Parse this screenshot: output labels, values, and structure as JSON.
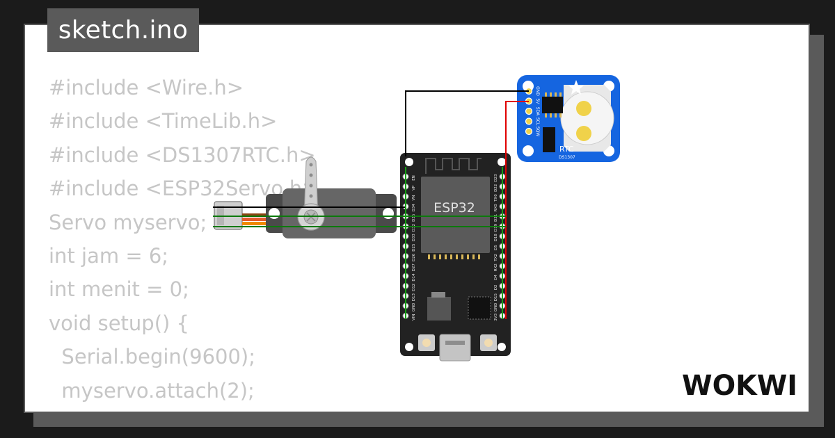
{
  "file_tab": {
    "label": "sketch.ino"
  },
  "code_lines": [
    "#include <Wire.h>",
    "#include <TimeLib.h>",
    "#include <DS1307RTC.h>",
    "#include <ESP32Servo.h>",
    "Servo myservo;",
    "int jam = 6;",
    "int menit = 0;",
    "void setup() {",
    "  Serial.begin(9600);",
    "  myservo.attach(2);"
  ],
  "esp32": {
    "label": "ESP32",
    "left_pins": [
      "EN",
      "VP",
      "VN",
      "D34",
      "D35",
      "D32",
      "D33",
      "D25",
      "D26",
      "D27",
      "D14",
      "D12",
      "D13",
      "GND",
      "VIN"
    ],
    "right_pins": [
      "D23",
      "D22",
      "TX0",
      "RX0",
      "D21",
      "D19",
      "D18",
      "D5",
      "TX2",
      "RX2",
      "D4",
      "D2",
      "D15",
      "GND",
      "3V3"
    ]
  },
  "rtc_module": {
    "label": "RTC",
    "model": "DS1307",
    "pins": [
      "GND",
      "5V",
      "SDA",
      "SCL",
      "SQW"
    ]
  },
  "brand": {
    "name": "WOKWI"
  },
  "colors": {
    "page_background": "#1b1b1b",
    "card": "#ffffff",
    "tab": "#5a5a5a",
    "code_text": "#c6c6c6",
    "wire_black": "#000000",
    "wire_red": "#e00000",
    "wire_green": "#0b7a0b",
    "servo_wire_brown": "#8b4513",
    "servo_wire_orange": "#f08a00",
    "rtc_board": "#1565e0"
  },
  "icons": [
    "servo-horn-icon",
    "adafruit-flower-icon"
  ]
}
